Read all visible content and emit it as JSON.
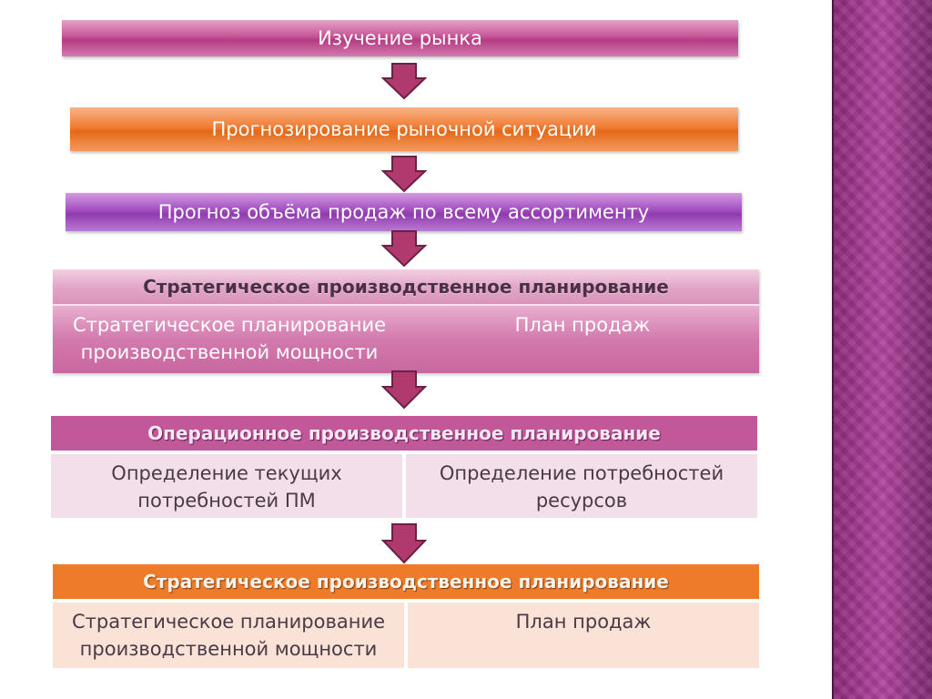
{
  "flow": {
    "step1": "Изучение рынка",
    "step2": "Прогнозирование рыночной ситуации",
    "step3": "Прогноз объёма продаж по всему ассортименту"
  },
  "table1": {
    "header": "Стратегическое производственное планирование",
    "left": "Стратегическое планирование производственной мощности",
    "right": "План продаж"
  },
  "table2": {
    "header": "Операционное производственное планирование",
    "left": "Определение текущих потребностей ПМ",
    "right": "Определение потребностей ресурсов"
  },
  "table3": {
    "header": "Стратегическое производственное планирование",
    "left": "Стратегическое планирование производственной мощности",
    "right": "План продаж"
  },
  "colors": {
    "pink": "#c75596",
    "orange": "#ef7b34",
    "purple": "#a14fbf",
    "arrow": "#b03a6e",
    "side_panel": "#8d2a7a"
  }
}
